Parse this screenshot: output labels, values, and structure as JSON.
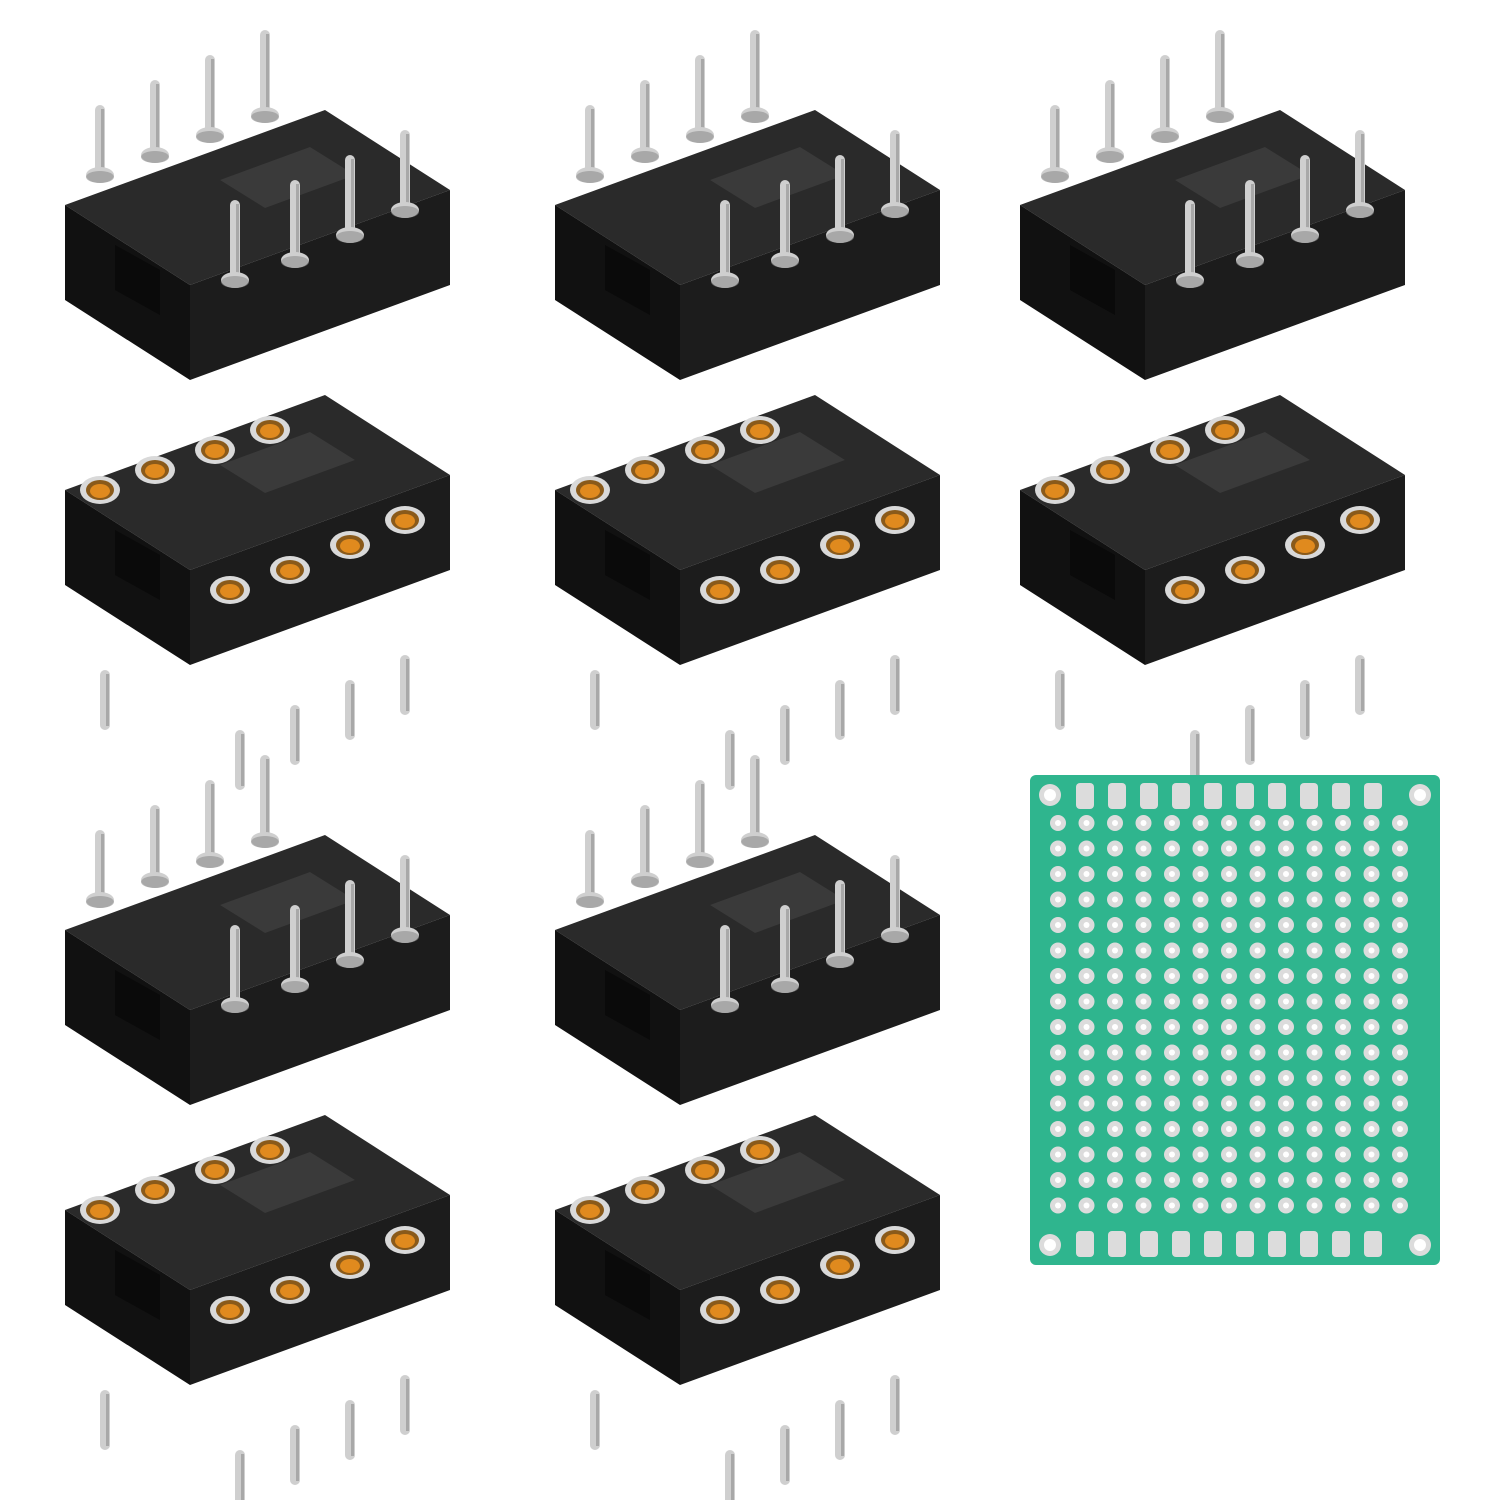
{
  "scene": {
    "description_free": true,
    "items": [
      {
        "kind": "socket",
        "view": "pins-up"
      },
      {
        "kind": "socket",
        "view": "pins-up"
      },
      {
        "kind": "socket",
        "view": "pins-up"
      },
      {
        "kind": "socket",
        "view": "contacts-up"
      },
      {
        "kind": "socket",
        "view": "contacts-up"
      },
      {
        "kind": "socket",
        "view": "contacts-up"
      },
      {
        "kind": "socket",
        "view": "pins-up"
      },
      {
        "kind": "socket",
        "view": "pins-up"
      },
      {
        "kind": "socket",
        "view": "contacts-up"
      },
      {
        "kind": "socket",
        "view": "contacts-up"
      },
      {
        "kind": "pcb",
        "view": "top"
      }
    ]
  },
  "colors": {
    "background": "#ffffff",
    "socket_body": "#1c1c1c",
    "socket_top": "#2a2a2a",
    "socket_shade": "#111111",
    "pin_metal": "#cfcfcf",
    "pin_shadow": "#8e8e8e",
    "contact_gold": "#e08a1e",
    "contact_ring": "#d9d9d9",
    "pcb_green": "#2fb58e",
    "pcb_pad": "#dcdcdc"
  },
  "icons": {
    "socket_pins_up": "dip8-socket-pins-up-icon",
    "socket_contacts_up": "dip8-socket-contacts-up-icon",
    "pcb": "prototype-pcb-icon"
  }
}
